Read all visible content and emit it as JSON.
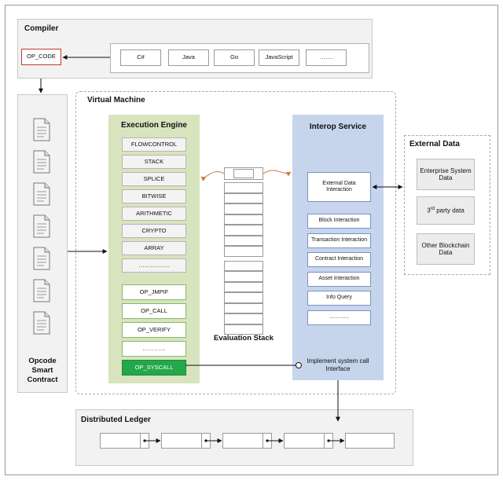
{
  "compiler": {
    "title": "Compiler",
    "op_code": "OP_CODE",
    "languages": [
      "C#",
      "Java",
      "Go",
      "JavaScript",
      "……."
    ]
  },
  "opcode_contract": {
    "label_line1": "Opcode",
    "label_line2": "Smart",
    "label_line3": "Contract",
    "doc_count": 7
  },
  "virtual_machine": {
    "title": "Virtual Machine",
    "execution_engine": {
      "title": "Execution Engine",
      "modules": [
        "FLOWCONTROL",
        "STACK",
        "SPLICE",
        "BITWISE",
        "ARITHMETIC",
        "CRYPTO",
        "ARRAY",
        "……………."
      ],
      "ops": [
        "OP_JMPIF",
        "OP_CALL",
        "OP_VERIFY",
        "…………",
        "OP_SYSCALL"
      ]
    },
    "evaluation_stack": {
      "label": "Evaluation Stack"
    },
    "interop_service": {
      "title": "Interop Service",
      "external_interaction": "External Data Interaction",
      "items": [
        "Block Interaction",
        "Transaction Interaction",
        "Contract Interaction",
        "Asset Interaction",
        "Info Query",
        "……….."
      ],
      "syscall_interface": "Implement system call Interface"
    }
  },
  "external_data": {
    "title": "External Data",
    "items": [
      "Enterprise System Data",
      "3rd party data",
      "Other Blockchain Data"
    ]
  },
  "distributed_ledger": {
    "title": "Distributed Ledger",
    "block_count": 5
  },
  "colors": {
    "engine_bg": "#d7e4bd",
    "interop_bg": "#c6d5ec",
    "syscall_bg": "#24a84a",
    "arrow_orange": "#c87a3e",
    "op_code_border": "#c0392b"
  }
}
